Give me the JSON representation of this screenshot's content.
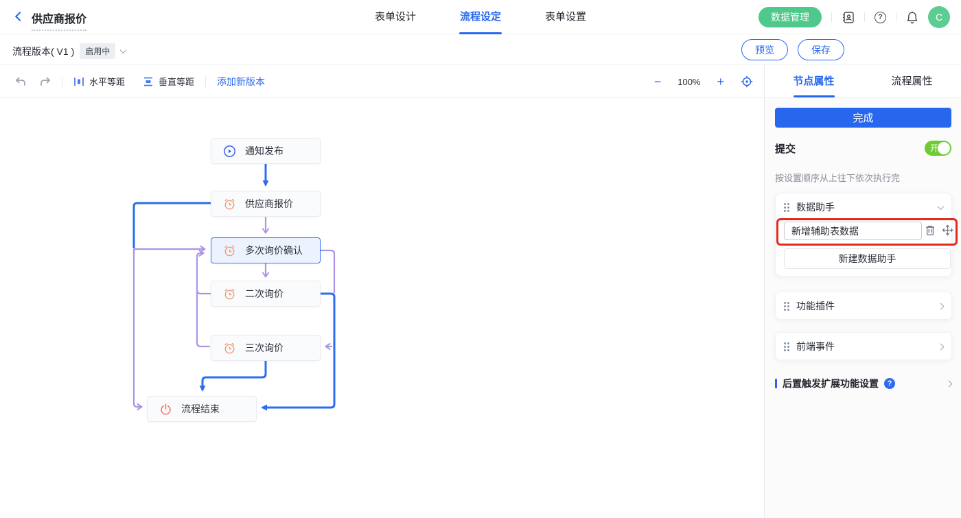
{
  "colors": {
    "primary_blue": "#2767ee",
    "edge_blue": "#2b6cf0",
    "edge_purple": "#ab94e6",
    "green_button": "#4ec88b",
    "toggle_green": "#6fcb35",
    "highlight_red": "#e12a1c",
    "node_icon_orange": "#f09a72",
    "node_icon_red": "#ef705b",
    "selected_node_border": "#3672fa"
  },
  "header": {
    "title": "供应商报价",
    "tabs": [
      {
        "label": "表单设计",
        "active": false
      },
      {
        "label": "流程设定",
        "active": true
      },
      {
        "label": "表单设置",
        "active": false
      }
    ],
    "data_manage_button": "数据管理",
    "avatar_letter": "C"
  },
  "subheader": {
    "version_label": "流程版本( V1 )",
    "status_badge": "启用中",
    "preview_button": "预览",
    "save_button": "保存"
  },
  "toolbar": {
    "horizontal_spacing": "水平等距",
    "vertical_spacing": "垂直等距",
    "add_version": "添加新版本",
    "zoom_out": "−",
    "zoom_level": "100%",
    "zoom_in": "+"
  },
  "panel": {
    "tabs": [
      {
        "label": "节点属性",
        "active": true
      },
      {
        "label": "流程属性",
        "active": false
      }
    ],
    "complete_button": "完成",
    "submit_label": "提交",
    "toggle_label": "开",
    "toggle_state": "on",
    "order_hint": "按设置顺序从上往下依次执行完",
    "data_assistant": {
      "title": "数据助手",
      "item_label": "新增辅助表数据",
      "new_button": "新建数据助手"
    },
    "plugin_section": "功能插件",
    "frontend_section": "前端事件",
    "post_trigger_section": "后置触发扩展功能设置"
  },
  "flow": {
    "nodes": [
      {
        "label": "通知发布",
        "icon": "play-circle-icon",
        "selected": false
      },
      {
        "label": "供应商报价",
        "icon": "alarm-clock-icon",
        "selected": false
      },
      {
        "label": "多次询价确认",
        "icon": "alarm-clock-icon",
        "selected": true
      },
      {
        "label": "二次询价",
        "icon": "alarm-clock-icon",
        "selected": false
      },
      {
        "label": "三次询价",
        "icon": "alarm-clock-icon",
        "selected": false
      },
      {
        "label": "流程结束",
        "icon": "power-icon",
        "selected": false
      }
    ],
    "edges": [
      {
        "from": "通知发布",
        "to": "供应商报价",
        "color": "blue",
        "route": "direct"
      },
      {
        "from": "供应商报价",
        "to": "多次询价确认",
        "color": "purple",
        "route": "direct"
      },
      {
        "from": "供应商报价",
        "to": "多次询价确认",
        "color": "blue-purple",
        "route": "left-loop"
      },
      {
        "from": "多次询价确认",
        "to": "二次询价",
        "color": "purple",
        "route": "direct"
      },
      {
        "from": "二次询价",
        "to": "多次询价确认",
        "color": "purple",
        "route": "left-loop"
      },
      {
        "from": "三次询价",
        "to": "多次询价确认",
        "color": "purple",
        "route": "left-loop"
      },
      {
        "from": "多次询价确认",
        "to": "三次询价",
        "color": "purple",
        "route": "right-loop"
      },
      {
        "from": "三次询价",
        "to": "流程结束",
        "color": "blue",
        "route": "direct"
      },
      {
        "from": "二次询价",
        "to": "流程结束",
        "color": "blue",
        "route": "right-loop"
      },
      {
        "from": "多次询价确认",
        "to": "流程结束",
        "color": "purple",
        "route": "left-loop"
      }
    ]
  }
}
